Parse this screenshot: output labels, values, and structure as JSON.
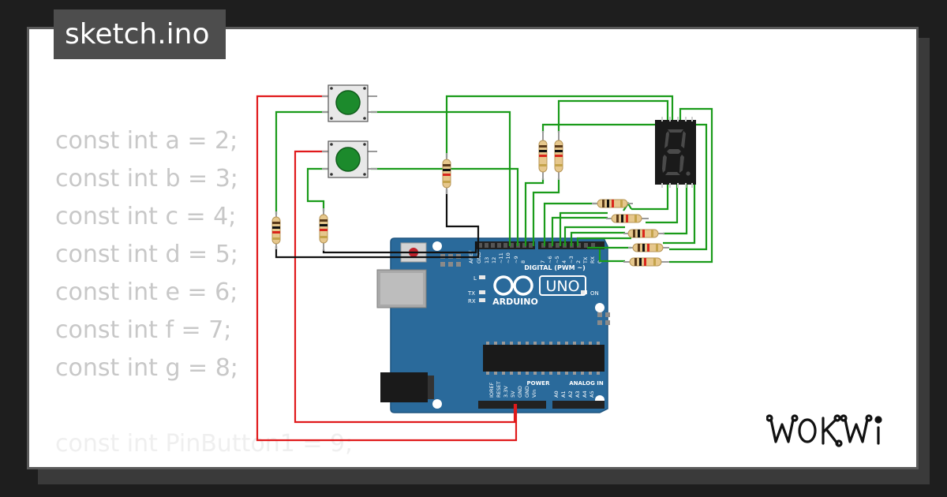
{
  "title": "sketch.ino",
  "code_lines": [
    "const int a = 2;",
    "const int b = 3;",
    "const int c = 4;",
    "const int d = 5;",
    "const int e = 6;",
    "const int f = 7;",
    "const int g = 8;",
    "",
    "const int PinButton1 = 9;"
  ],
  "board": {
    "brand": "ARDUINO",
    "model": "UNO",
    "digital_label": "DIGITAL (PWM ~)",
    "power_label": "POWER",
    "analog_label": "ANALOG IN",
    "led_l": "L",
    "led_tx": "TX",
    "led_rx": "RX",
    "on_label": "ON",
    "aref": "AREF",
    "gnd": "GND",
    "tx_pin": "TX",
    "rx_pin": "RX"
  },
  "brand_logo": "WOKWi",
  "colors": {
    "board": "#2a6a9b",
    "button": "#1c8a2c",
    "wire_green": "#1a9b1a",
    "wire_red": "#e0191b",
    "wire_black": "#111111"
  }
}
